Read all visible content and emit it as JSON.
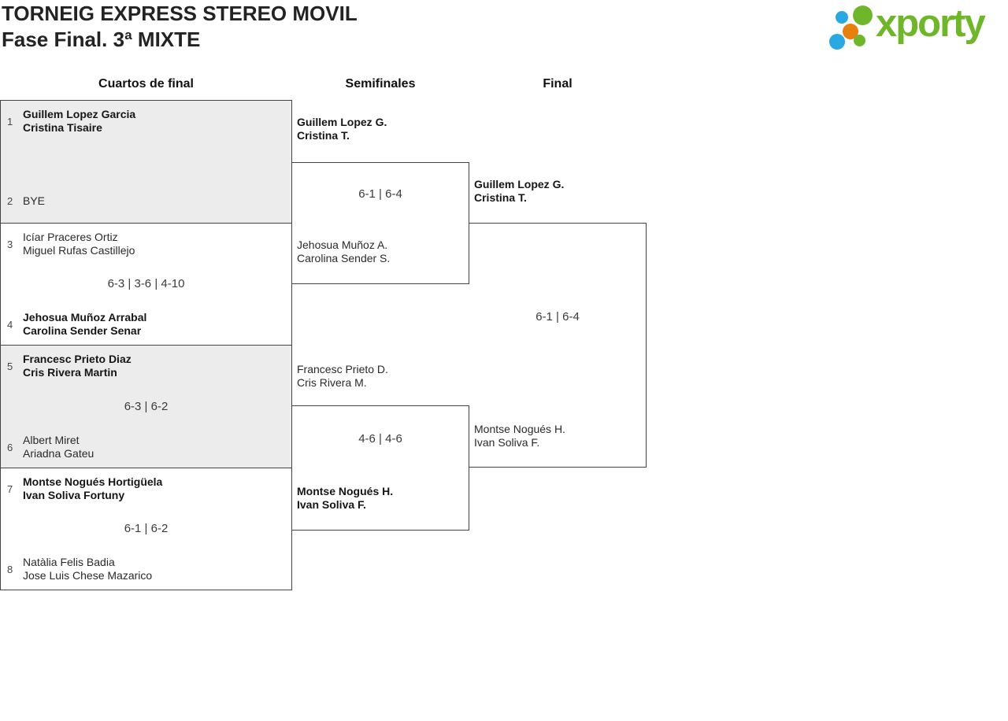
{
  "page": {
    "title_line1": "TORNEIG EXPRESS STEREO MOVIL",
    "title_line2": "Fase Final. 3ª MIXTE"
  },
  "logo": {
    "text": "xporty",
    "green": "#6fb62a",
    "blue": "#29a8e1",
    "orange": "#e8800f"
  },
  "round_headers": {
    "quarterfinals": "Cuartos de final",
    "semifinals": "Semifinales",
    "final": "Final"
  },
  "matches": {
    "qf": [
      {
        "seed_top": "1",
        "top": [
          "Guillem Lopez Garcia",
          "Cristina Tisaire"
        ],
        "top_winner": true,
        "score": "",
        "seed_bottom": "2",
        "bottom": [
          "BYE"
        ],
        "bottom_winner": false
      },
      {
        "seed_top": "3",
        "top": [
          "Icíar Praceres Ortiz",
          "Miguel Rufas Castillejo"
        ],
        "top_winner": false,
        "score": "6-3 | 3-6 | 4-10",
        "seed_bottom": "4",
        "bottom": [
          "Jehosua Muñoz Arrabal",
          "Carolina Sender Senar"
        ],
        "bottom_winner": true
      },
      {
        "seed_top": "5",
        "top": [
          "Francesc Prieto Diaz",
          "Cris Rivera Martin"
        ],
        "top_winner": true,
        "score": "6-3 | 6-2",
        "seed_bottom": "6",
        "bottom": [
          "Albert Miret",
          "Ariadna Gateu"
        ],
        "bottom_winner": false
      },
      {
        "seed_top": "7",
        "top": [
          "Montse Nogués Hortigüela",
          "Ivan Soliva Fortuny"
        ],
        "top_winner": true,
        "score": "6-1 | 6-2",
        "seed_bottom": "8",
        "bottom": [
          "Natàlia Felis Badia",
          "Jose Luis Chese Mazarico"
        ],
        "bottom_winner": false
      }
    ],
    "sf": [
      {
        "top": [
          "Guillem Lopez G.",
          "Cristina T."
        ],
        "top_winner": true,
        "score": "6-1 | 6-4",
        "bottom": [
          "Jehosua Muñoz A.",
          "Carolina Sender S."
        ],
        "bottom_winner": false
      },
      {
        "top": [
          "Francesc Prieto D.",
          "Cris Rivera M."
        ],
        "top_winner": false,
        "score": "4-6 | 4-6",
        "bottom": [
          "Montse Nogués H.",
          "Ivan Soliva F."
        ],
        "bottom_winner": true
      }
    ],
    "final": {
      "top": [
        "Guillem Lopez G.",
        "Cristina T."
      ],
      "top_winner": true,
      "score": "6-1 | 6-4",
      "bottom": [
        "Montse Nogués H.",
        "Ivan Soliva F."
      ],
      "bottom_winner": false
    }
  }
}
